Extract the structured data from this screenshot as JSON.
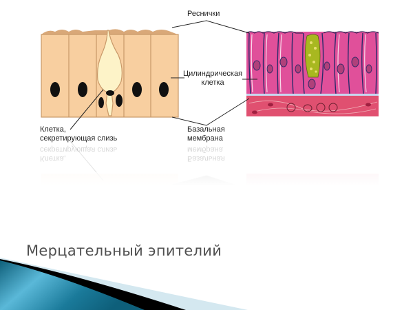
{
  "slide": {
    "title": "Мерцательный эпителий",
    "figure": {
      "labels": {
        "cilia": "Реснички",
        "columnar_cell_line1": "Цилиндрическая",
        "columnar_cell_line2": "клетка",
        "goblet_cell_line1": "Клетка,",
        "goblet_cell_line2": "секретирующая слизь",
        "basal_membrane_line1": "Базальная",
        "basal_membrane_line2": "мембрана"
      },
      "colors": {
        "schematic_cell_fill": "#f8cfa0",
        "schematic_cell_border": "#c89868",
        "goblet_fill": "#fdf3c8",
        "nucleus": "#111111",
        "histology_cells": "#e0509a",
        "histology_base": "#e05070",
        "goblet_granules": "#a8b820"
      }
    }
  },
  "theme": {
    "swoosh_dark": "#0e5f7a",
    "swoosh_light": "#5ab8d8",
    "swoosh_pale": "#d4e8f0",
    "title_color": "#505050"
  }
}
